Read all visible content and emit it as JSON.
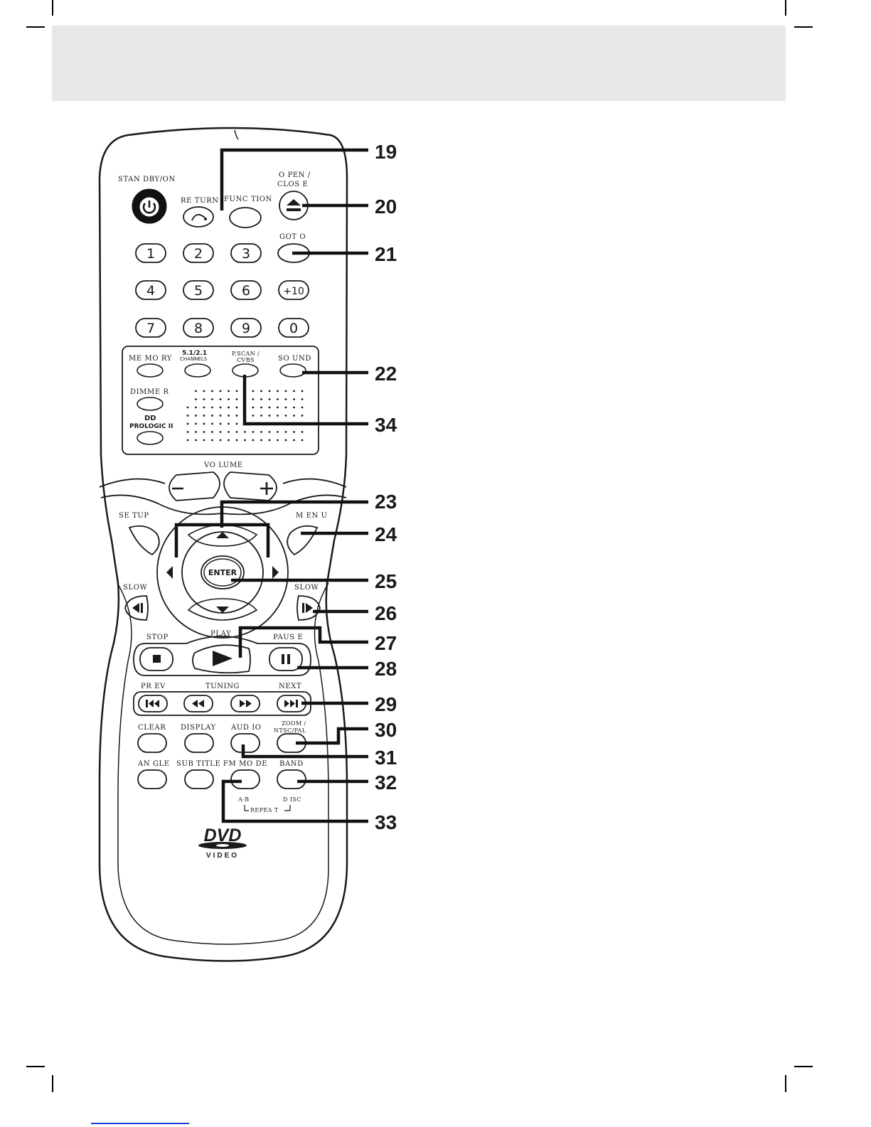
{
  "remote": {
    "labels": {
      "standby": "STAN DBY/ON",
      "return": "RE TURN",
      "function": "FUNC TION",
      "open_close_1": "O PEN /",
      "open_close_2": "CLOS E",
      "goto": "GOT O",
      "memory": "ME MO RY",
      "channels_1": "5.1/2.1",
      "channels_2": "CHANNELS",
      "pscan_1": "P.SCAN /",
      "pscan_2": "CVBS",
      "sound": "SO UND",
      "dimmer": "DIMME R",
      "prologic_1": "DD",
      "prologic_2": "PROLOGIC II",
      "volume": "VO LUME",
      "setup": "SE TUP",
      "menu": "M EN U",
      "enter": "ENTER",
      "slow_left": "SLOW",
      "slow_right": "SLOW",
      "stop": "STOP",
      "play": "PLAY",
      "pause": "PAUS E",
      "prev": "PR EV",
      "tuning": "TUNING",
      "next": "NEXT",
      "clear": "CLEAR",
      "display": "DISPLAY",
      "audio": "AUD IO",
      "zoom_1": "ZOOM /",
      "zoom_2": "NTSC/PAL",
      "angle": "AN GLE",
      "subtitle": "SUB TITLE",
      "fm_mode": "FM MO DE",
      "band": "BAND",
      "ab": "A-B",
      "disc": "D ISC",
      "repeat": "REPEA T",
      "dvd_logo": "DVD",
      "dvd_video": "VIDEO"
    },
    "number_keys": [
      "1",
      "2",
      "3",
      "4",
      "5",
      "6",
      "+10",
      "7",
      "8",
      "9",
      "0"
    ]
  },
  "callouts": [
    "19",
    "20",
    "21",
    "22",
    "34",
    "23",
    "24",
    "25",
    "26",
    "27",
    "28",
    "29",
    "30",
    "31",
    "32",
    "33"
  ]
}
